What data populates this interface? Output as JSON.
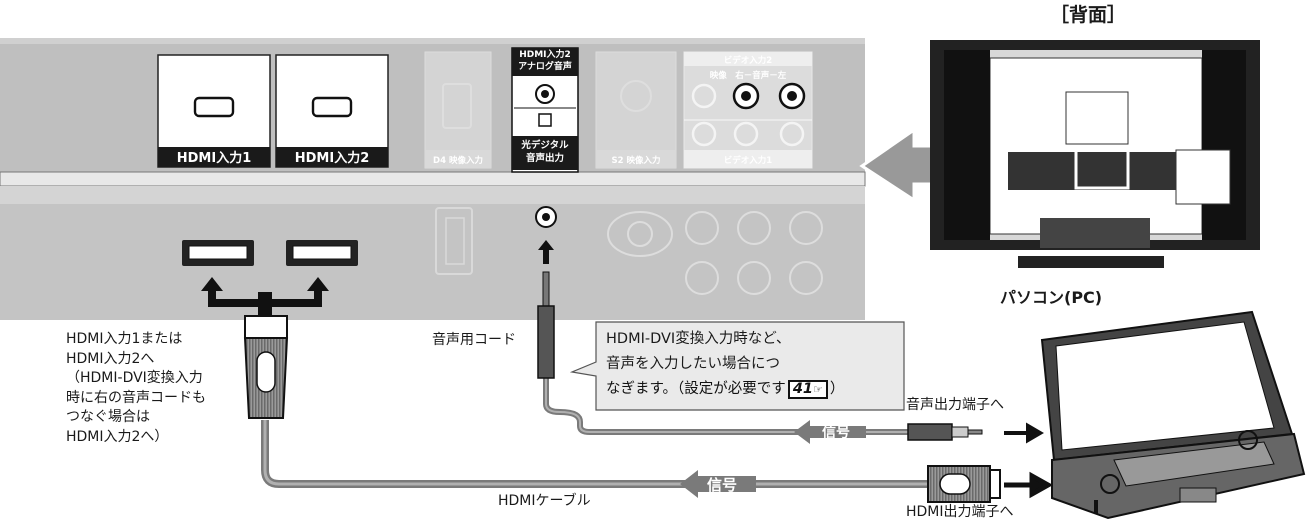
{
  "tv_panel": {
    "hdmi1_label": "HDMI入力1",
    "hdmi2_label": "HDMI入力2",
    "d4_label": "D4 映像入力",
    "hdmi2_analog_label": "HDMI入力2\nアナログ音声",
    "optical_label": "光デジタル\n音声出力",
    "s2_label": "S2 映像入力",
    "video_input2_label": "ビデオ入力2",
    "video_input1_label": "ビデオ入力1",
    "video_sub_labels": "映像　右－音声－左"
  },
  "back_view_title": "［背面］",
  "pc_title": "パソコン(PC)",
  "labels": {
    "hdmi_left_note": "HDMI入力1または\nHDMI入力2へ\n（HDMI-DVI変換入力\n時に右の音声コードも\nつなぐ場合は\nHDMI入力2へ）",
    "audio_cord": "音声用コード",
    "audio_out_port": "音声出力端子へ",
    "hdmi_cable": "HDMIケーブル",
    "hdmi_out_port": "HDMI出力端子へ",
    "signal_tag_top": "信号",
    "signal_tag_bottom": "信号"
  },
  "callout": {
    "line1": "HDMI-DVI変換入力時など、",
    "line2": "音声を入力したい場合につ",
    "line3": "なぎます。（設定が必要です",
    "ref_page": "41",
    "ref_suffix": "）"
  }
}
